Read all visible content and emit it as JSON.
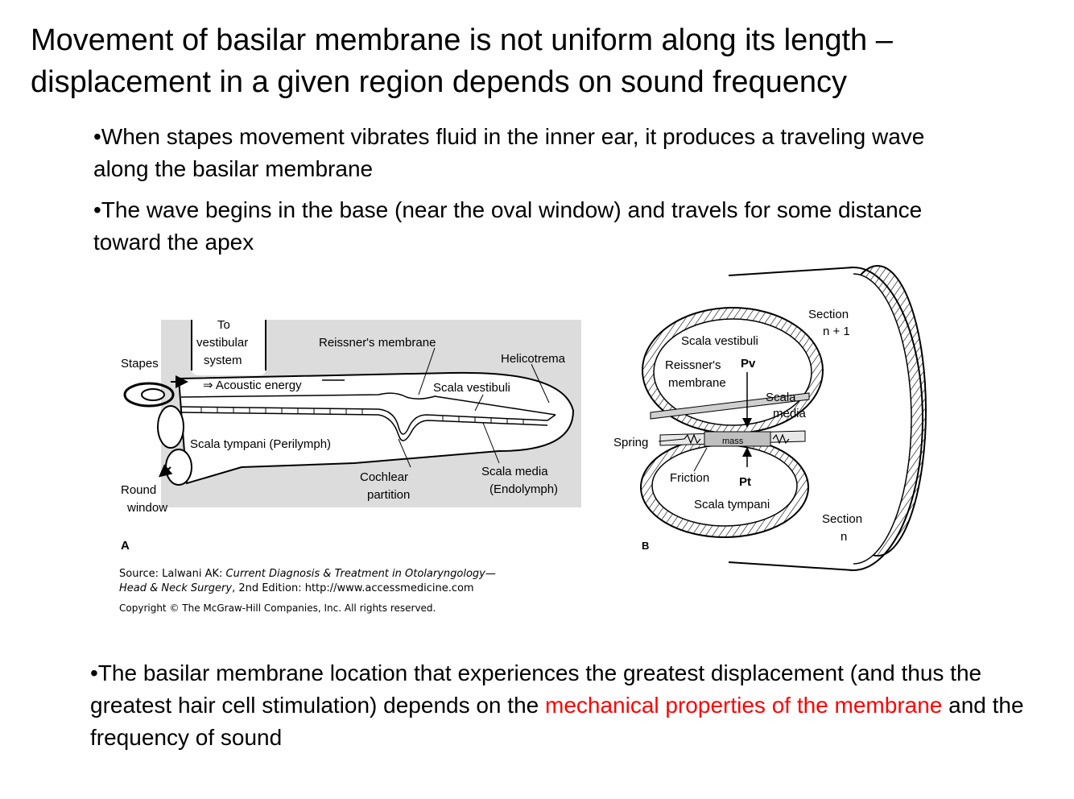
{
  "title": "Movement of basilar membrane is not uniform along its length – displacement in a given region depends on sound frequency",
  "bullets": {
    "b1": "•When stapes movement vibrates fluid in the inner ear, it produces a traveling wave along the basilar membrane",
    "b2": "•The wave begins in the base (near the oval window) and travels for some distance toward the apex",
    "b3_pre": "•The basilar membrane location that experiences the greatest displacement (and thus the greatest hair cell stimulation) depends on the ",
    "b3_red": "mechanical properties of the membrane",
    "b3_post": " and the frequency of sound"
  },
  "figure_a": {
    "panel": "A",
    "labels": {
      "to": "To",
      "vestibular": "vestibular",
      "system": "system",
      "stapes": "Stapes",
      "reissner": "Reissner's membrane",
      "helicotrema": "Helicotrema",
      "acoustic": "⇒ Acoustic energy",
      "scala_vestibuli": "Scala vestibuli",
      "scala_tympani": "Scala tympani (Perilymph)",
      "cochlear": "Cochlear",
      "partition": "partition",
      "scala_media": "Scala media",
      "endolymph": "(Endolymph)",
      "round": "Round",
      "window": "window"
    }
  },
  "figure_b": {
    "panel": "B",
    "labels": {
      "section_n1_a": "Section",
      "section_n1_b": "n + 1",
      "scala_vestibuli": "Scala vestibuli",
      "reissner_a": "Reissner's",
      "reissner_b": "membrane",
      "pv": "Pv",
      "scala_media_a": "Scala",
      "scala_media_b": "media",
      "spring": "Spring",
      "mass": "mass",
      "friction": "Friction",
      "pt": "Pt",
      "scala_tympani": "Scala tympani",
      "section_n_a": "Section",
      "section_n_b": "n"
    }
  },
  "caption": {
    "source_pre": "Source: Lalwani AK: ",
    "source_book1": "Current Diagnosis & Treatment in Otolaryngology—",
    "source_book2": "Head & Neck Surgery",
    "source_post": ", 2nd Edition: http://www.accessmedicine.com",
    "copyright": "Copyright © The McGraw-Hill Companies, Inc. All rights reserved."
  },
  "colors": {
    "highlight": "#ff0000",
    "figure_bg": "#dcdcdc"
  }
}
